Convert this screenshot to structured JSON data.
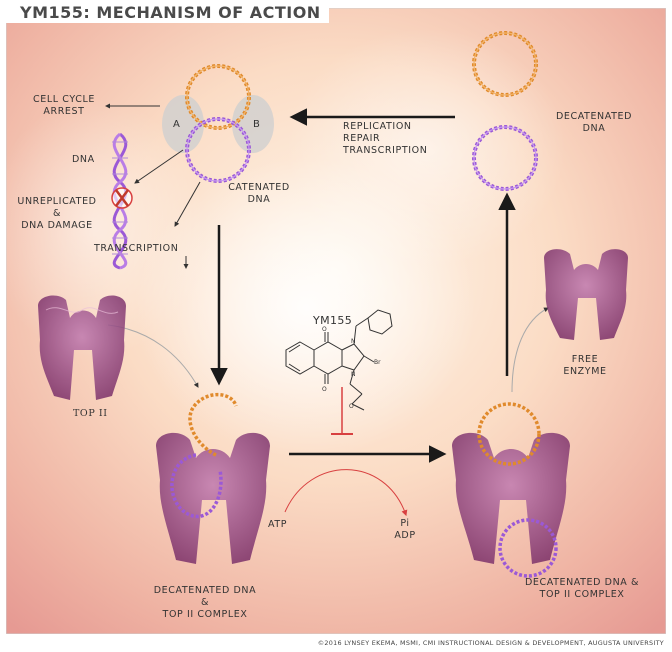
{
  "title": "YM155: MECHANISM OF ACTION",
  "credit": "©2016 LYNSEY EKEMA, MSMI, CMI  INSTRUCTIONAL DESIGN & DEVELOPMENT, AUGUSTA UNIVERSITY",
  "catenated": {
    "ring_a": "A",
    "ring_b": "B",
    "label_line1": "CATENATED",
    "label_line2": "DNA"
  },
  "effects": {
    "cell_cycle_line1": "CELL CYCLE",
    "cell_cycle_line2": "ARREST",
    "dna": "DNA",
    "unreplicated_line1": "UNREPLICATED",
    "unreplicated_line2": "&",
    "unreplicated_line3": "DNA DAMAGE",
    "transcription": "TRANSCRIPTION"
  },
  "processes": {
    "line1": "REPLICATION",
    "line2": "REPAIR",
    "line3": "TRANSCRIPTION"
  },
  "decatenated": {
    "line1": "DECATENATED",
    "line2": "DNA"
  },
  "top2": "TOP II",
  "drug": {
    "name": "YM155",
    "atom_o": "O",
    "atom_n": "N",
    "atom_br": "Br"
  },
  "complex_left": {
    "line1": "DECATENATED  DNA",
    "line2": "&",
    "line3": "TOP II COMPLEX"
  },
  "complex_right": {
    "line1": "DECATENATED DNA &",
    "line2": "TOP II COMPLEX"
  },
  "free_enzyme": {
    "line1": "FREE",
    "line2": "ENZYME"
  },
  "atp": "ATP",
  "pi": "Pi",
  "adp": "ADP",
  "colors": {
    "dna_orange": "#e08a2c",
    "dna_purple": "#9b59d6",
    "protein": "#8e3b78",
    "inhibit": "#d84040",
    "arrow": "#1a1a1a"
  }
}
